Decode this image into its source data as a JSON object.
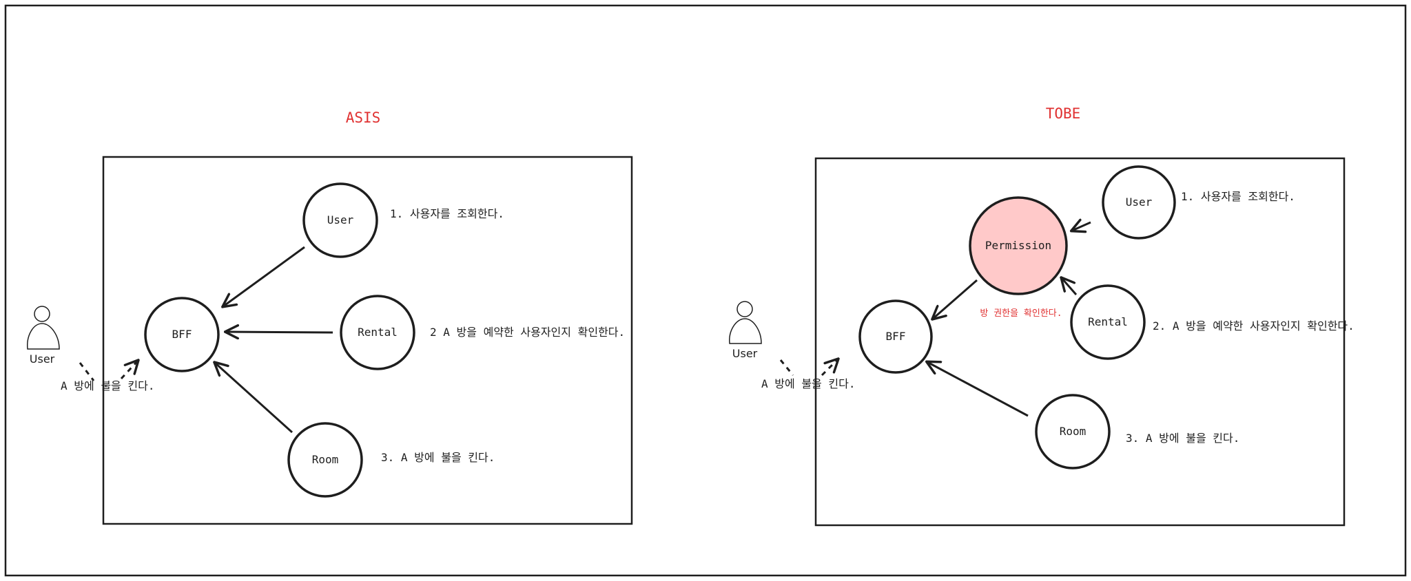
{
  "colors": {
    "stroke": "#1e1e1e",
    "accent_red": "#e03131",
    "permission_fill": "#ffc9c9"
  },
  "asis": {
    "title": "ASIS",
    "user_label": "User",
    "user_action": "A 방에 불을 킨다.",
    "nodes": {
      "bff": "BFF",
      "user": "User",
      "rental": "Rental",
      "room": "Room"
    },
    "notes": {
      "user": "1. 사용자를 조회한다.",
      "rental": "2  A 방을 예약한 사용자인지 확인한다.",
      "room": "3. A 방에 불을 킨다."
    }
  },
  "tobe": {
    "title": "TOBE",
    "user_label": "User",
    "user_action": "A 방에 불을 킨다.",
    "nodes": {
      "bff": "BFF",
      "permission": "Permission",
      "user": "User",
      "rental": "Rental",
      "room": "Room"
    },
    "notes": {
      "user": "1. 사용자를 조회한다.",
      "rental": "2. A 방을 예약한 사용자인지 확인한다.",
      "room": "3. A 방에 불을 킨다.",
      "permission": "방 권한을 확인한다."
    },
    "icons": {
      "user_person": "person-icon"
    }
  }
}
